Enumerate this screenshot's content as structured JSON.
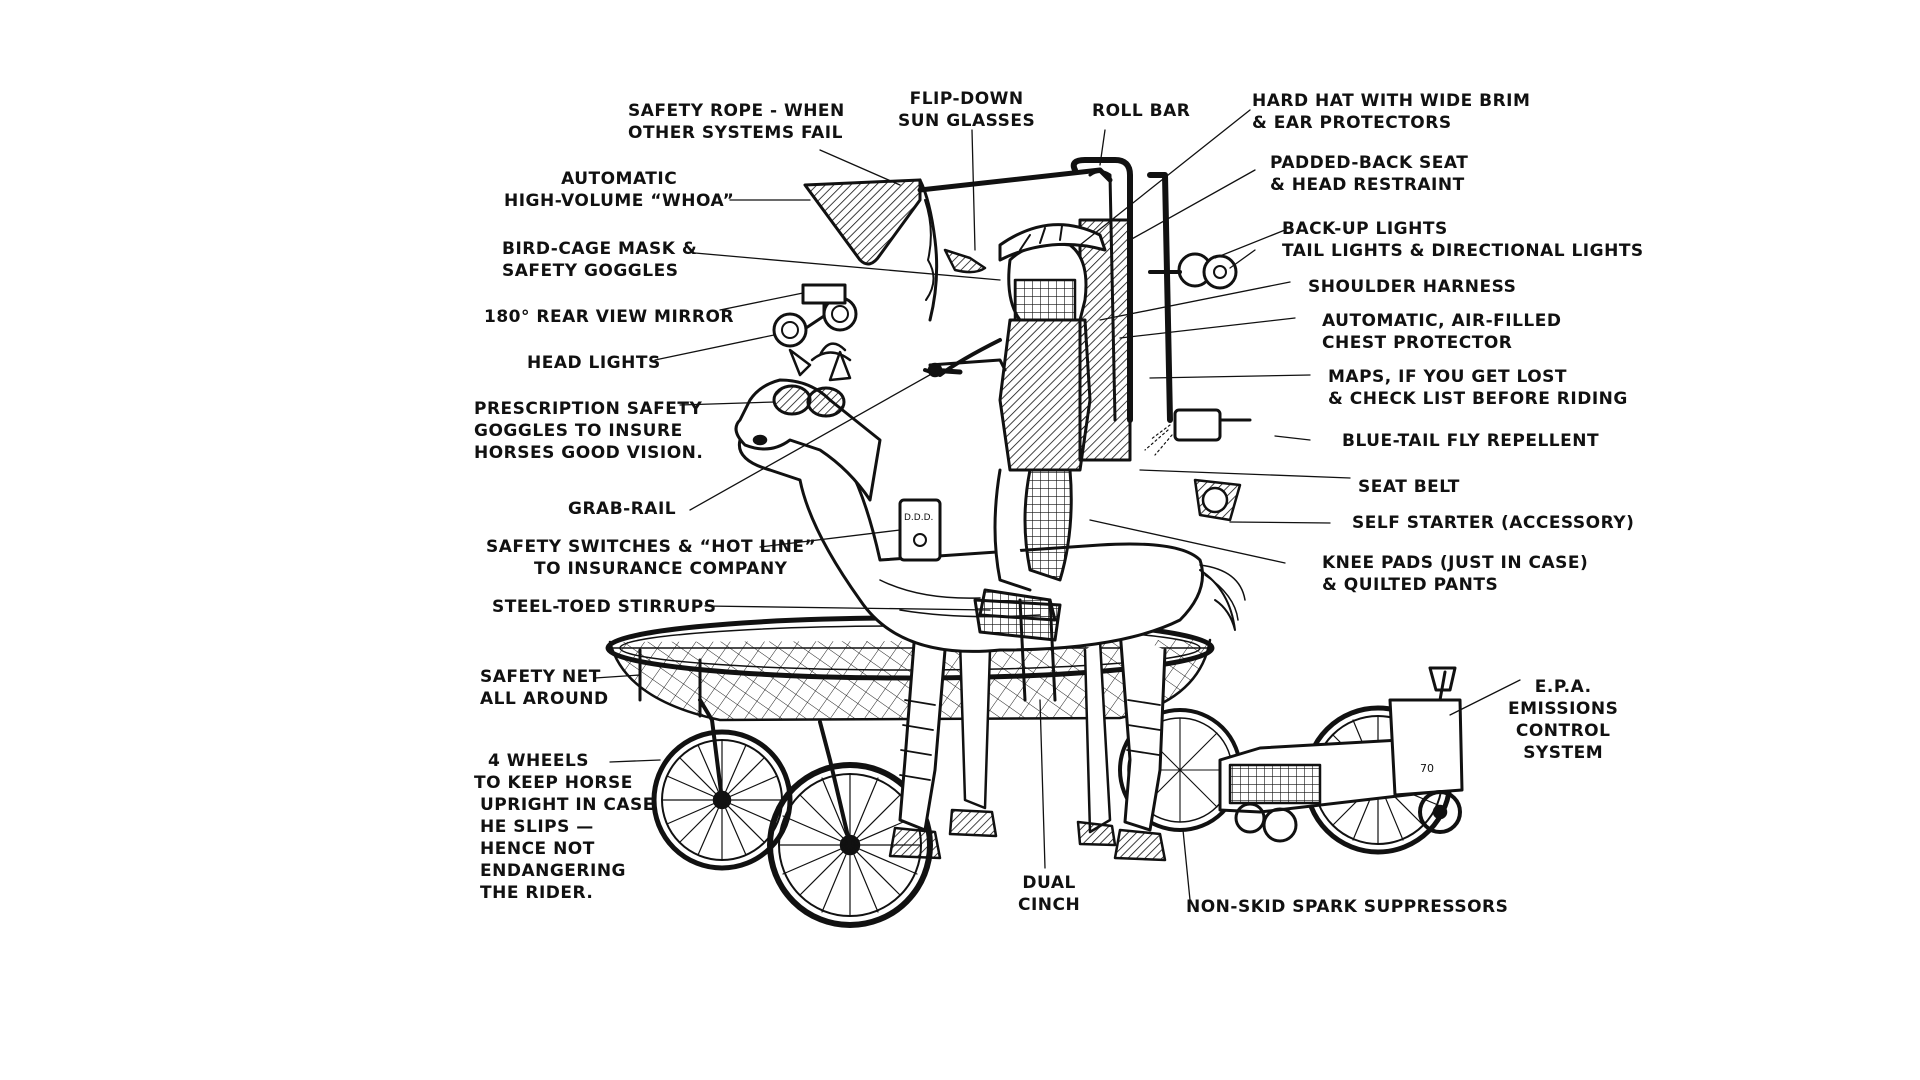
{
  "colors": {
    "ink": "#111111",
    "paper": "#ffffff"
  },
  "labels": {
    "safety_rope": [
      "SAFETY ROPE - WHEN",
      "OTHER SYSTEMS FAIL"
    ],
    "flip_down": [
      "FLIP-DOWN",
      "SUN GLASSES"
    ],
    "roll_bar": [
      "ROLL BAR"
    ],
    "hard_hat": [
      "HARD HAT WITH WIDE BRIM",
      "& EAR PROTECTORS"
    ],
    "whoa": [
      "AUTOMATIC",
      "HIGH-VOLUME “WHOA”"
    ],
    "padded_seat": [
      "PADDED-BACK SEAT",
      "& HEAD RESTRAINT"
    ],
    "bird_cage": [
      "BIRD-CAGE MASK &",
      "SAFETY GOGGLES"
    ],
    "backup_lights": [
      "BACK-UP LIGHTS",
      "TAIL LIGHTS & DIRECTIONAL LIGHTS"
    ],
    "mirror": [
      "180° REAR VIEW MIRROR"
    ],
    "shoulder_harness": [
      "SHOULDER HARNESS"
    ],
    "chest_protector": [
      "AUTOMATIC, AIR-FILLED",
      "CHEST PROTECTOR"
    ],
    "head_lights": [
      "HEAD LIGHTS"
    ],
    "maps": [
      "MAPS, IF YOU GET LOST",
      "& CHECK LIST BEFORE RIDING"
    ],
    "prescription": [
      "PRESCRIPTION SAFETY",
      "GOGGLES TO INSURE",
      "HORSES GOOD VISION."
    ],
    "repellent": [
      "BLUE-TAIL FLY REPELLENT"
    ],
    "seat_belt": [
      "SEAT BELT"
    ],
    "grab_rail": [
      "GRAB-RAIL"
    ],
    "self_starter": [
      "SELF STARTER (ACCESSORY)"
    ],
    "safety_switches": [
      "SAFETY SWITCHES & “HOT LINE”",
      "TO INSURANCE COMPANY"
    ],
    "knee_pads": [
      "KNEE PADS  (JUST IN CASE)",
      "& QUILTED PANTS"
    ],
    "stirrups": [
      "STEEL-TOED STIRRUPS"
    ],
    "safety_net": [
      "SAFETY NET",
      "ALL AROUND"
    ],
    "epa": [
      "E.P.A.",
      "EMISSIONS",
      "CONTROL",
      "SYSTEM"
    ],
    "four_wheels": [
      "4 WHEELS",
      "TO KEEP HORSE",
      "UPRIGHT IN CASE",
      "HE SLIPS —",
      "HENCE NOT",
      "ENDANGERING",
      "THE RIDER."
    ],
    "dual_cinch": [
      "DUAL",
      "CINCH"
    ],
    "spark": [
      "NON-SKID SPARK SUPPRESSORS"
    ],
    "cart_number": "70",
    "panel_text": "D.D.D."
  }
}
